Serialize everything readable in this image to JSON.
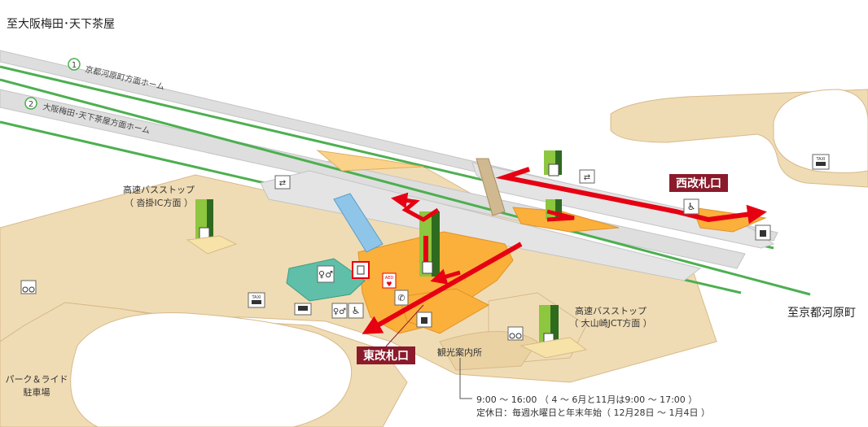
{
  "directions": {
    "top_left": "至大阪梅田･天下茶屋",
    "bottom_right": "至京都河原町"
  },
  "platforms": [
    {
      "number": "1",
      "label": "京都河原町方面ホーム"
    },
    {
      "number": "2",
      "label": "大阪梅田･天下茶屋方面ホーム"
    }
  ],
  "gates": {
    "west": "西改札口",
    "east": "東改札口"
  },
  "bus_stops": {
    "left_title": "高速バスストップ",
    "left_sub": "（ 沓掛IC方面 ）",
    "right_title": "高速バスストップ",
    "right_sub": "（ 大山崎JCT方面 ）"
  },
  "tourist_info": {
    "label": "観光案内所",
    "hours": "9:00 ～ 16:00 （ 4 ～ 6月と11月は9:00 ～ 17:00 ）",
    "closed": "定休日：毎週水曜日と年末年始（ 12月28日 ～ 1月4日 ）"
  },
  "park_ride": {
    "line1": "パーク＆ライド",
    "line2": "駐車場"
  },
  "icons": {
    "taxi": "TAXI",
    "aed": "AED"
  },
  "colors": {
    "route": "#e60012",
    "ground": "#f0dcb4",
    "concourse": "#fbb03b",
    "track_green": "#4caf50",
    "platform_gray": "#dedede",
    "toilet_teal": "#5fbfa8",
    "elevator_green": "#8dc63f",
    "gate_label_bg": "#8b1a2b"
  }
}
